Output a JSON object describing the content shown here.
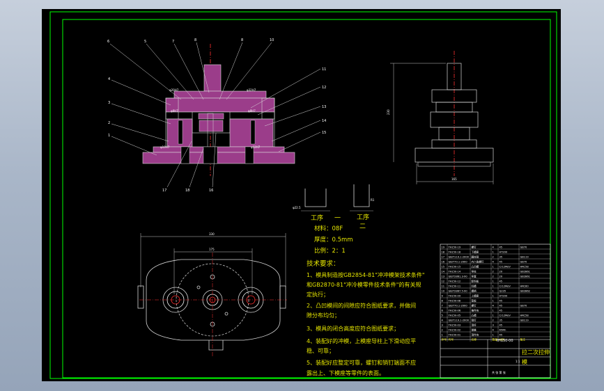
{
  "colors": {
    "viewport_bg": "#000000",
    "border": "#00ff00",
    "part_fill": "#9b3d8a",
    "part_outline": "#d9d9d9",
    "centerline": "#ff3030",
    "dimension": "#c8c8c8",
    "leader": "#d8d8d8",
    "text": "#e6e600",
    "table_text": "#ffffff"
  },
  "balloons": {
    "top": [
      "6",
      "5",
      "7",
      "8",
      "8",
      "10"
    ],
    "left": [
      "4",
      "3",
      "2",
      "1"
    ],
    "right": [
      "11",
      "12",
      "13",
      "14",
      "15"
    ],
    "bottom": [
      "17",
      "18",
      "16"
    ]
  },
  "process": {
    "step1_label": "工序",
    "step1_num": "一",
    "step2_label": "工序",
    "step2_num": "二",
    "material": "材料：08F",
    "thickness": "厚度：0.5mm",
    "ratio": "比例：2：1"
  },
  "dims": {
    "plan_width": "330",
    "plan_center": "175",
    "side_width": "165",
    "side_height": "230"
  },
  "tech": {
    "title": "技术要求：",
    "lines": [
      "1、模具制造按GB2854-81\"冲冲模架技术条件\"",
      "和GB2870-81\"冲冷模零件技术条件\"的有关规",
      "定执行；",
      "2、凸凹模间的间隙应符合图纸要求，并做间",
      "隙分布均匀；",
      "3、模具的闭合高度应符合图纸要求；",
      "4、装配好的冲模，上模座导柱上下滑动应平",
      "稳、可靠；",
      "5、装配好应整定可靠，螺钉和销钉端面不应",
      "露出上、下模座等零件的表面。"
    ]
  },
  "title_block": {
    "drawing_no": "YH150-00",
    "name": "拉二次拉伸",
    "name2": "模",
    "ratio": "1:1",
    "sheet": "共 张 第 张"
  },
  "bom_rows": [
    [
      "19",
      "YH150-19",
      "螺钉",
      "4",
      "45",
      "GB70"
    ],
    [
      "18",
      "YH150-18",
      "下模座",
      "1",
      "HT200",
      ""
    ],
    [
      "17",
      "GB/T119.1-2000",
      "圆柱销",
      "2",
      "35",
      "GB119"
    ],
    [
      "16",
      "GB/T70.1-2000",
      "内六角螺钉",
      "4",
      "45",
      "GB70"
    ],
    [
      "15",
      "YH150-15",
      "凸凹模",
      "1",
      "Cr12MoV",
      "HRC58"
    ],
    [
      "14",
      "YH150-14",
      "导柱",
      "2",
      "20",
      "GB2861"
    ],
    [
      "13",
      "GB/T2861.3-90",
      "导套",
      "2",
      "20",
      "GB2861"
    ],
    [
      "12",
      "YH150-12",
      "卸料板",
      "1",
      "45",
      ""
    ],
    [
      "11",
      "YH150-11",
      "凹模",
      "1",
      "Cr12MoV",
      "HRC60"
    ],
    [
      "10",
      "GB/T2867.5-90",
      "模柄",
      "1",
      "Q235",
      "GB2862"
    ],
    [
      "9",
      "YH150-09",
      "上模座",
      "1",
      "HT200",
      ""
    ],
    [
      "8",
      "YH150-08",
      "垫板",
      "1",
      "45",
      ""
    ],
    [
      "7",
      "GB/T70.1-2000",
      "螺钉",
      "4",
      "45",
      "GB70"
    ],
    [
      "6",
      "YH150-06",
      "推件块",
      "1",
      "45",
      ""
    ],
    [
      "5",
      "YH150-05",
      "凸模",
      "1",
      "Cr12MoV",
      "HRC58"
    ],
    [
      "4",
      "GB/T119.1-2000",
      "销钉",
      "2",
      "35",
      "GB119"
    ],
    [
      "3",
      "YH150-03",
      "顶杆",
      "3",
      "45",
      ""
    ],
    [
      "2",
      "YH150-02",
      "弹簧",
      "4",
      "65Mn",
      ""
    ],
    [
      "1",
      "YH150-01",
      "顶件块",
      "1",
      "45",
      ""
    ]
  ],
  "bom_header": [
    "序号",
    "代号",
    "名称",
    "数量",
    "材料",
    "备注"
  ]
}
